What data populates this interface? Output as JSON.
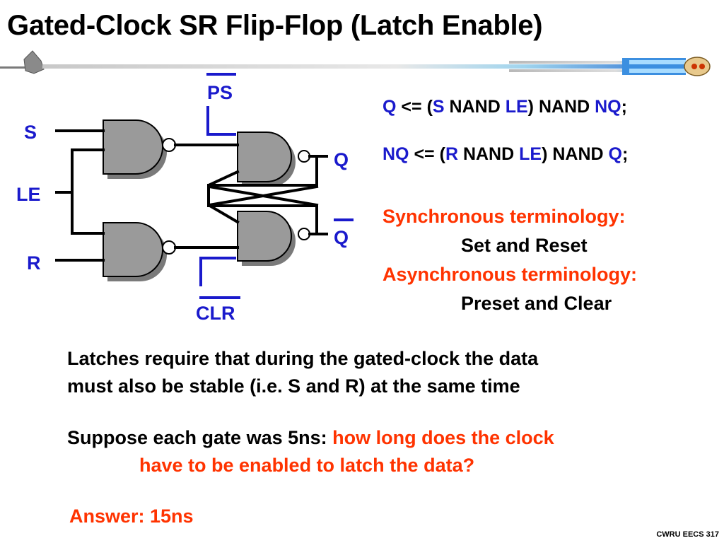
{
  "title": "Gated-Clock SR Flip-Flop (Latch Enable)",
  "diagram": {
    "labels": {
      "ps": "PS",
      "s": "S",
      "le": "LE",
      "r": "R",
      "q": "Q",
      "qbar": "Q",
      "clr": "CLR"
    }
  },
  "equations": {
    "line1": {
      "lhs": "Q",
      "op": "<=",
      "open": "(",
      "a": "S",
      "nand1": "NAND",
      "b": "LE",
      "close": ")",
      "nand2": "NAND",
      "c": "NQ",
      "semi": ";"
    },
    "line2": {
      "lhs": "NQ",
      "op": "<=",
      "open": "(",
      "a": "R",
      "nand1": "NAND",
      "b": "LE",
      "close": ")",
      "nand2": "NAND",
      "c": "Q",
      "semi": ";"
    }
  },
  "terminology": {
    "sync_heading": "Synchronous terminology:",
    "sync_value": "Set and Reset",
    "async_heading": "Asynchronous terminology:",
    "async_value": "Preset and Clear"
  },
  "notes": {
    "latches_line1": "Latches require that during the gated-clock the data",
    "latches_line2": "must also be stable (i.e. S and R) at the same time",
    "suppose_prefix": "Suppose each gate was 5ns:",
    "suppose_question_1": "how long does the clock",
    "suppose_question_2": "have to be enabled to latch the data?",
    "answer": "Answer: 15ns"
  },
  "footer": "CWRU EECS 317",
  "colors": {
    "label_blue": "#1a1acc",
    "emphasis_red": "#ff3300",
    "gate_gray": "#9a9a9a"
  }
}
